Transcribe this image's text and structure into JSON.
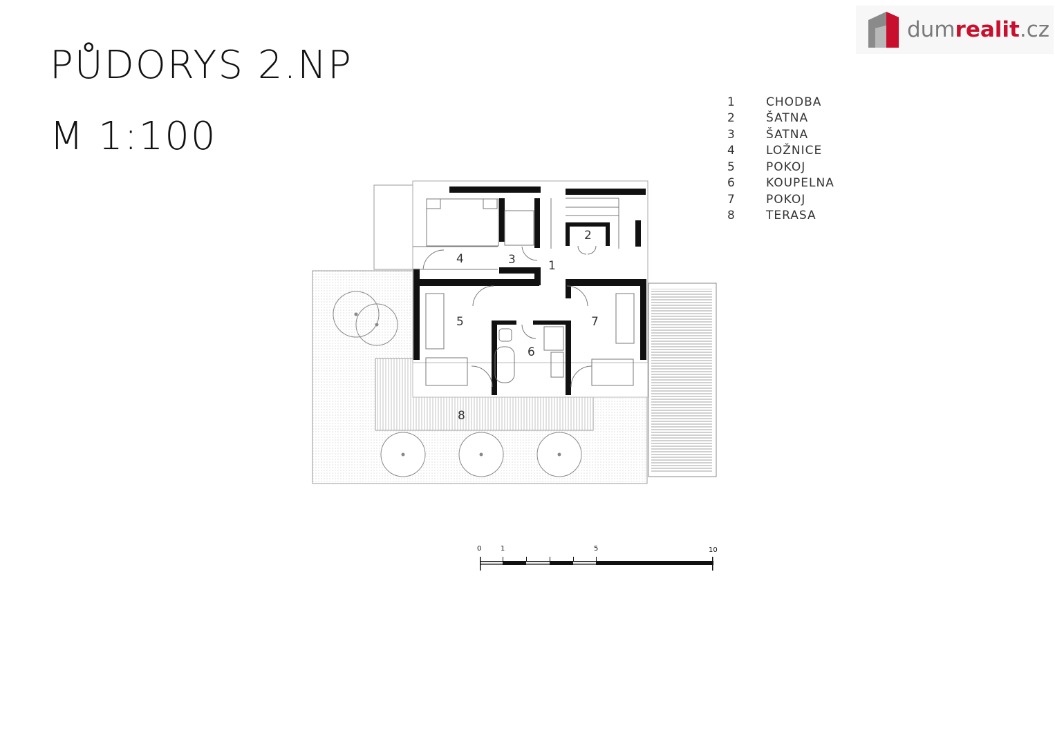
{
  "header": {
    "title": "PŮDORYS 2.NP",
    "scale": "M 1:100"
  },
  "logo": {
    "part1": "dum",
    "part2": "realit",
    "part3": ".cz",
    "brand_color": "#c8102e",
    "text_color": "#7a7a7a"
  },
  "legend": {
    "items": [
      {
        "num": "1",
        "name": "CHODBA"
      },
      {
        "num": "2",
        "name": "ŠATNA"
      },
      {
        "num": "3",
        "name": "ŠATNA"
      },
      {
        "num": "4",
        "name": "LOŽNICE"
      },
      {
        "num": "5",
        "name": "POKOJ"
      },
      {
        "num": "6",
        "name": "KOUPELNA"
      },
      {
        "num": "7",
        "name": "POKOJ"
      },
      {
        "num": "8",
        "name": "TERASA"
      }
    ]
  },
  "plan": {
    "room_labels": [
      "1",
      "2",
      "3",
      "4",
      "5",
      "6",
      "7",
      "8"
    ],
    "scale_bar_ticks": [
      "0",
      "1",
      "5",
      "10"
    ]
  }
}
